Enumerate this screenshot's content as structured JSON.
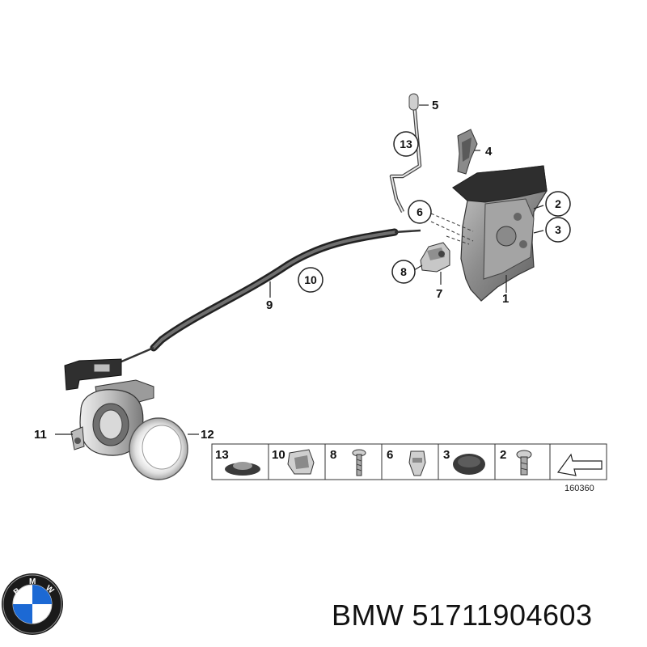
{
  "diagram": {
    "callouts": {
      "c1": "1",
      "c2": "2",
      "c3": "3",
      "c4": "4",
      "c5": "5",
      "c6": "6",
      "c7": "7",
      "c8": "8",
      "c9": "9",
      "c10": "10",
      "c11": "11",
      "c12": "12",
      "c13": "13"
    },
    "legend_items": [
      "13",
      "10",
      "8",
      "6",
      "3",
      "2"
    ],
    "diagram_number": "160360"
  },
  "brand": {
    "logo_letters": "BMW",
    "name": "BMW",
    "part_number": "51711904603"
  },
  "colors": {
    "line": "#222222",
    "part_light": "#d8d8d8",
    "part_mid": "#9a9a9a",
    "part_dark": "#3a3a3a",
    "bmw_blue": "#1c69d4"
  }
}
